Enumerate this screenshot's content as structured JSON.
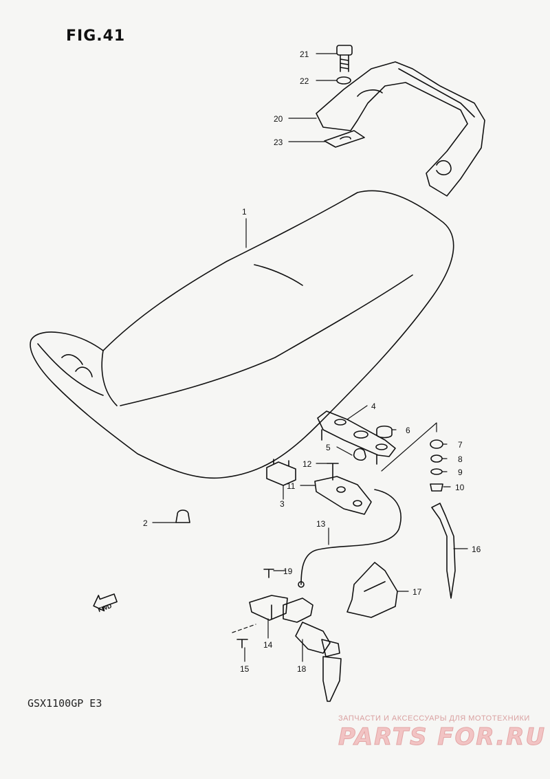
{
  "figure": {
    "title": "FIG.41",
    "model_code": "GSX1100GP E3",
    "fwd_label": "FWD"
  },
  "callouts": [
    {
      "id": "c1",
      "label": "1"
    },
    {
      "id": "c2",
      "label": "2"
    },
    {
      "id": "c3",
      "label": "3"
    },
    {
      "id": "c4",
      "label": "4"
    },
    {
      "id": "c5",
      "label": "5"
    },
    {
      "id": "c6",
      "label": "6"
    },
    {
      "id": "c7",
      "label": "7"
    },
    {
      "id": "c8",
      "label": "8"
    },
    {
      "id": "c9",
      "label": "9"
    },
    {
      "id": "c10",
      "label": "10"
    },
    {
      "id": "c11",
      "label": "11"
    },
    {
      "id": "c12",
      "label": "12"
    },
    {
      "id": "c13",
      "label": "13"
    },
    {
      "id": "c14",
      "label": "14"
    },
    {
      "id": "c15",
      "label": "15"
    },
    {
      "id": "c16",
      "label": "16"
    },
    {
      "id": "c17",
      "label": "17"
    },
    {
      "id": "c18",
      "label": "18"
    },
    {
      "id": "c19",
      "label": "19"
    },
    {
      "id": "c20",
      "label": "20"
    },
    {
      "id": "c21",
      "label": "21"
    },
    {
      "id": "c22",
      "label": "22"
    },
    {
      "id": "c23",
      "label": "23"
    }
  ],
  "watermark": {
    "caption": "ЗАПЧАСТИ И АКСЕССУАРЫ ДЛЯ МОТОТЕХНИКИ",
    "logo_text": "PARTS FOR.RU"
  },
  "colors": {
    "line": "#111111",
    "paper": "#f6f6f4",
    "watermark": "#e3a5a5"
  }
}
